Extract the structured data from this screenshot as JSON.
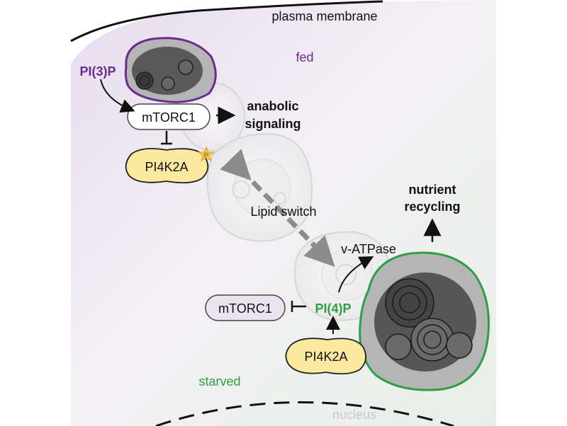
{
  "labels": {
    "plasma_membrane": "plasma membrane",
    "fed": "fed",
    "starved": "starved",
    "nucleus": "nucleus",
    "pi3p": "PI(3)P",
    "pi4p": "PI(4)P",
    "mtorc1_top": "mTORC1",
    "mtorc1_bottom": "mTORC1",
    "pi4k2a_top": "PI4K2A",
    "pi4k2a_bottom": "PI4K2A",
    "phospho": "P",
    "anabolic_line1": "anabolic",
    "anabolic_line2": "signaling",
    "lipid_switch": "Lipid switch",
    "v_atpase": "v-ATPase",
    "nutrient_line1": "nutrient",
    "nutrient_line2": "recycling"
  },
  "colors": {
    "pi3p_purple": "#6a2c8e",
    "pi4p_green": "#2f9e44",
    "yellow_fill": "#fbe9a0",
    "nucleus_text": "#c8c8c8"
  }
}
